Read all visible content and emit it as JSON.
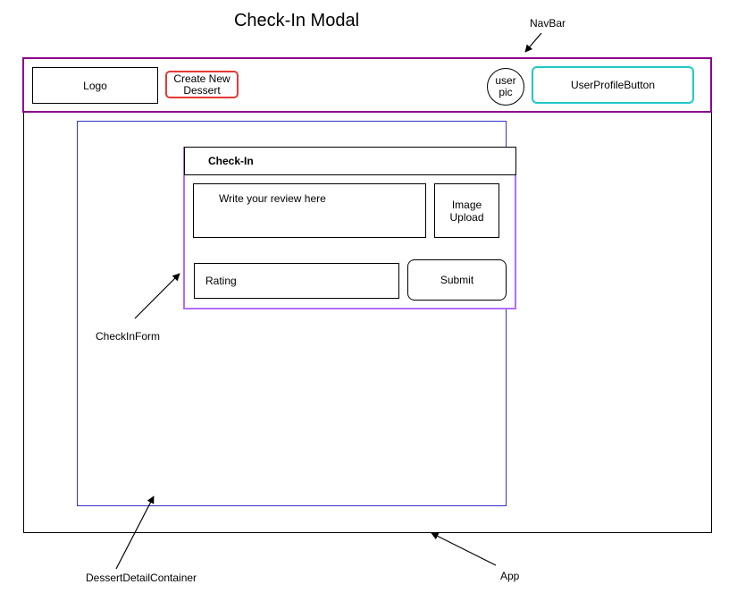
{
  "title": "Check-In Modal",
  "annotations": {
    "navbar": "NavBar",
    "checkin_form": "CheckInForm",
    "dessert_detail_container": "DessertDetailContainer",
    "app": "App"
  },
  "navbar": {
    "logo": "Logo",
    "create_line1": "Create New",
    "create_line2": "Dessert",
    "user_pic_line1": "user",
    "user_pic_line2": "pic",
    "user_profile_button": "UserProfileButton"
  },
  "checkin": {
    "header": "Check-In",
    "review_placeholder": "Write your review here",
    "image_upload_line1": "Image",
    "image_upload_line2": "Upload",
    "rating": "Rating",
    "submit": "Submit"
  },
  "colors": {
    "navbar_border": "#8b008b",
    "create_button_border": "#e53935",
    "user_profile_button_border": "#1ec8c8",
    "dessert_container_border": "#3333cc",
    "checkin_form_border": "#b36bff"
  }
}
